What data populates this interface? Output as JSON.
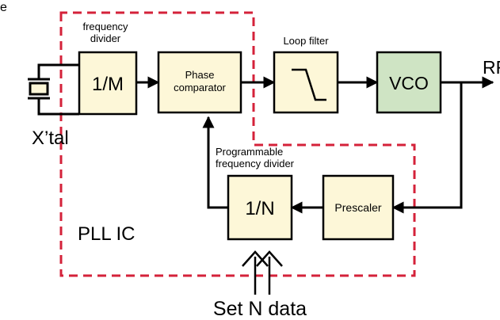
{
  "corner_text": "e",
  "labels": {
    "freq_divider_top": "frequency",
    "freq_divider_bottom": "divider",
    "divider_m": "1/M",
    "phase_top": "Phase",
    "phase_bottom": "comparator",
    "loop_filter": "Loop filter",
    "vco": "VCO",
    "rf": "RF",
    "xtal": "X’tal",
    "prog_top": "Programmable",
    "prog_bottom": "frequency  divider",
    "divider_n": "1/N",
    "prescaler": "Prescaler",
    "pll_ic": "PLL IC",
    "set_n": "Set N data"
  },
  "colors": {
    "block_fill": "#fdf7d8",
    "vco_fill": "#cfe4c4",
    "dashed_border": "#d4223a",
    "line": "#000000"
  }
}
